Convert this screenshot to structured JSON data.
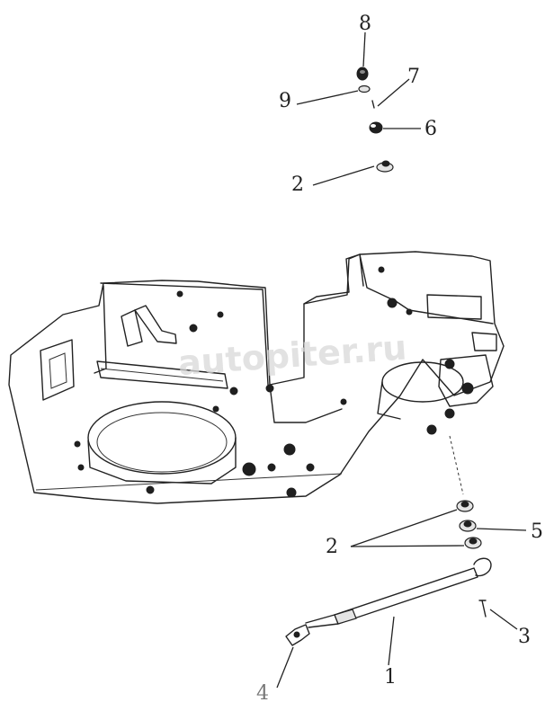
{
  "diagram": {
    "callouts": {
      "c1": "1",
      "c2_top": "2",
      "c2_bottom": "2",
      "c3": "3",
      "c4": "4",
      "c5": "5",
      "c6": "6",
      "c7": "7",
      "c8": "8",
      "c9": "9"
    },
    "watermark": "autopiter.ru"
  }
}
